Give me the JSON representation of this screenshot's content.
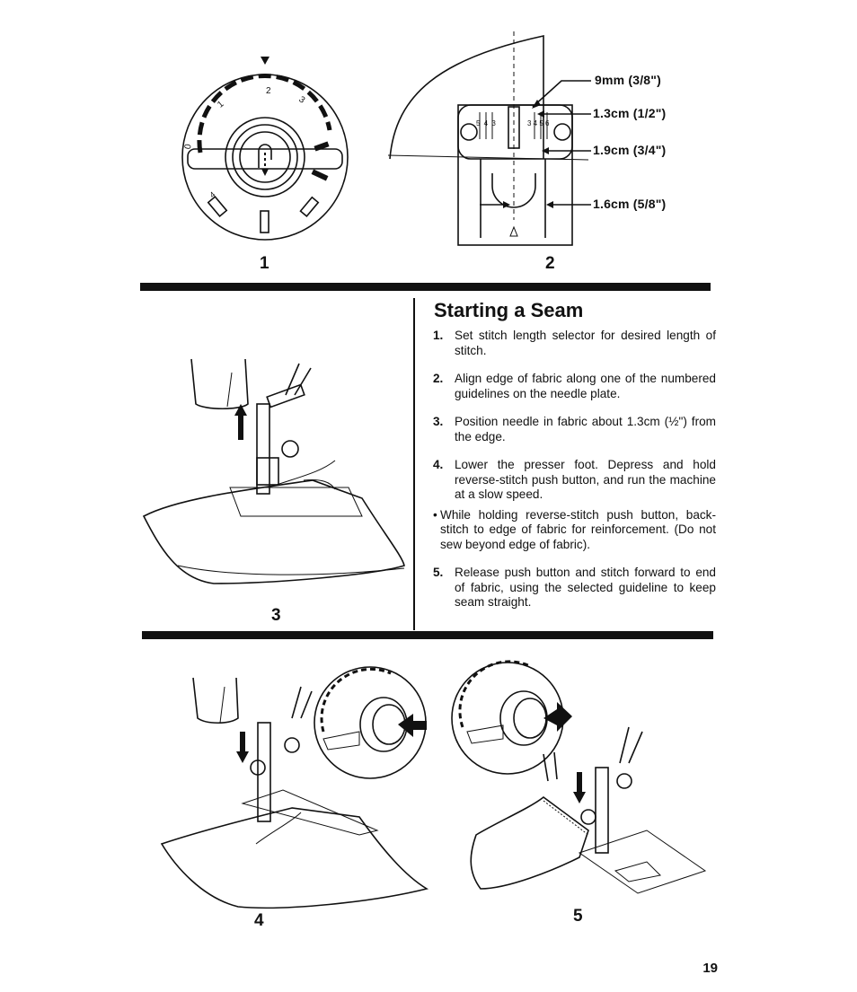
{
  "figures": {
    "fig1": "1",
    "fig2": "2",
    "fig3": "3",
    "fig4": "4",
    "fig5": "5"
  },
  "dial": {
    "marks": [
      "0",
      "1",
      "2",
      "3",
      "4"
    ]
  },
  "needle_plate": {
    "left_numbers": "5 4 3",
    "right_numbers": "3 4 5 6",
    "measurements": [
      "9mm (3/8\")",
      "1.3cm (1/2\")",
      "1.9cm (3/4\")",
      "1.6cm (5/8\")"
    ]
  },
  "section": {
    "title": "Starting a Seam",
    "steps": [
      {
        "num": "1.",
        "text": "Set stitch length selector for desired length of stitch."
      },
      {
        "num": "2.",
        "text": "Align edge of fabric along one of the numbered guidelines on the needle plate."
      },
      {
        "num": "3.",
        "text": "Position needle in fabric about 1.3cm (½\") from the edge."
      },
      {
        "num": "4.",
        "text": "Lower the presser foot. Depress and hold reverse-stitch push button, and run the machine at a slow speed."
      }
    ],
    "bullet": {
      "mark": "•",
      "text": "While holding reverse-stitch push button, back-stitch to edge of fabric for reinforcement. (Do not sew beyond edge of fabric)."
    },
    "last_step": {
      "num": "5.",
      "text": "Release push button and stitch forward to end of fabric, using the selected guideline to keep seam straight."
    }
  },
  "page_number": "19"
}
